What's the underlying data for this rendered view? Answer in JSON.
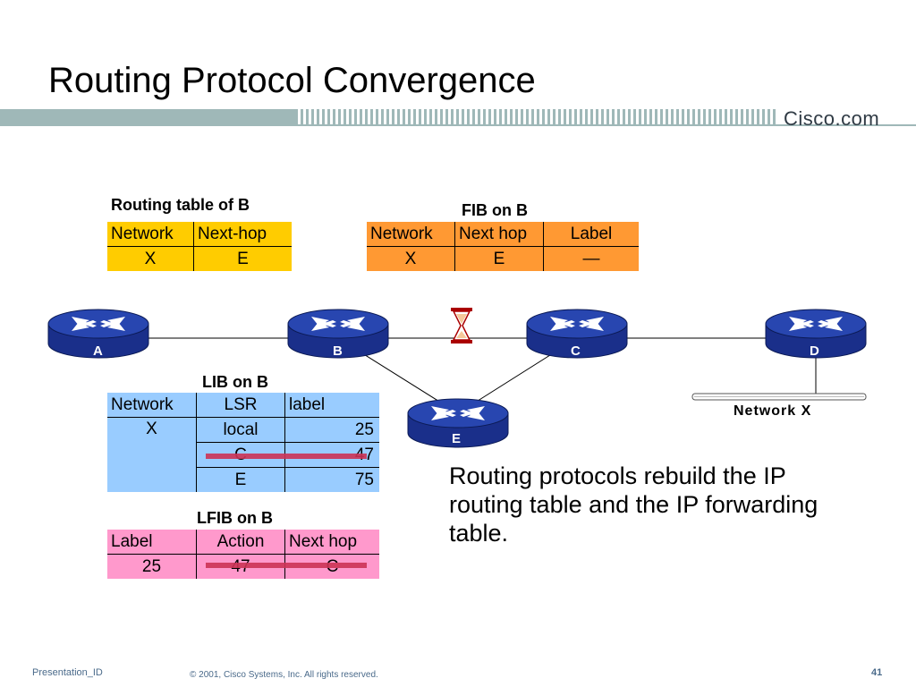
{
  "slide": {
    "title": "Routing Protocol Convergence",
    "brand": "Cisco.com",
    "footer_left": "Presentation_ID",
    "footer_center": "© 2001, Cisco Systems, Inc. All rights reserved.",
    "page_number": "41"
  },
  "routing_table": {
    "caption": "Routing table of B",
    "headers": [
      "Network",
      "Next-hop"
    ],
    "rows": [
      [
        "X",
        "E"
      ]
    ]
  },
  "fib": {
    "caption": "FIB on B",
    "headers": [
      "Network",
      "Next hop",
      "Label"
    ],
    "rows": [
      [
        "X",
        "E",
        "—"
      ]
    ]
  },
  "lib": {
    "caption": "LIB on B",
    "headers": [
      "Network",
      "LSR",
      "label"
    ],
    "network": "X",
    "rows": [
      {
        "lsr": "local",
        "label": "25",
        "struck": false
      },
      {
        "lsr": "C",
        "label": "47",
        "struck": true
      },
      {
        "lsr": "E",
        "label": "75",
        "struck": false
      }
    ]
  },
  "lfib": {
    "caption": "LFIB on B",
    "headers": [
      "Label",
      "Action",
      "Next hop"
    ],
    "rows": [
      {
        "label": "25",
        "action": "47",
        "next_hop": "C",
        "struck": true
      }
    ]
  },
  "routers": {
    "a": "A",
    "b": "B",
    "c": "C",
    "d": "D",
    "e": "E"
  },
  "network_label": "Network X",
  "description": "Routing protocols rebuild the IP routing table and the IP forwarding table.",
  "colors": {
    "routing_table": "#ffcc00",
    "fib": "#ff9933",
    "lib": "#99ccff",
    "lfib": "#ff99cc",
    "router": "#1a3a9a",
    "strike": "#cc3355"
  },
  "icons": [
    "router-icon",
    "hourglass-icon"
  ]
}
